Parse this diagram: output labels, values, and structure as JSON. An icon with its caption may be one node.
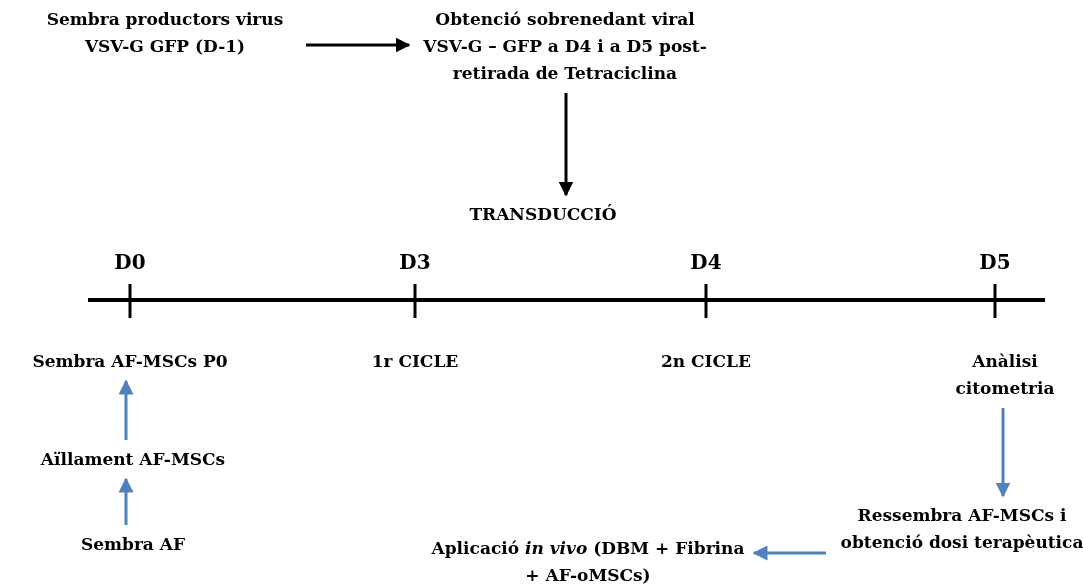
{
  "diagram": {
    "nodes": [
      {
        "text": [
          "Sembra productors virus VSV-G GFP (D-1)"
        ]
      },
      {
        "text": [
          "Obtenció sobrenedant viral VSV-G – GFP a D4 i a D5 post-retirada de Tetraciclina"
        ]
      },
      {
        "text": [
          "TRANSDUCCIÓ"
        ]
      },
      {
        "text": [
          "Sembra AF-MSCs P0"
        ]
      },
      {
        "text": [
          "Aïllament AF-MSCs"
        ]
      },
      {
        "text": [
          "Sembra AF"
        ]
      },
      {
        "text": [
          "Anàlisi citometria"
        ]
      },
      {
        "text": [
          "Ressembra AF-MSCs i obtenció dosi terapèutica"
        ]
      },
      {
        "text": [
          "Aplicació *in vivo* (DBM + Fibrina + AF-oMSCs)"
        ]
      }
    ],
    "edges": [
      {
        "from": 0,
        "to": 1,
        "arrow": "to",
        "color": "#000000"
      },
      {
        "from": 1,
        "to": 2,
        "arrow": "to",
        "color": "#000000"
      },
      {
        "from": 5,
        "to": 4,
        "arrow": "to"
      },
      {
        "from": 4,
        "to": 3,
        "arrow": "to"
      },
      {
        "from": 6,
        "to": 7,
        "arrow": "to"
      },
      {
        "from": 7,
        "to": 8,
        "arrow": "to"
      }
    ],
    "labels": [
      "D0",
      "D3",
      "D4",
      "D5",
      "1r CICLE",
      "2n CICLE"
    ]
  }
}
